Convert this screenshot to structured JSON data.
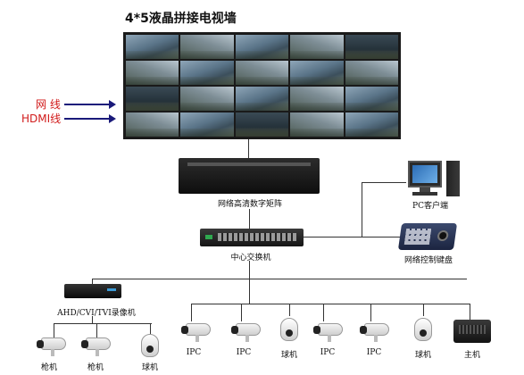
{
  "diagram": {
    "title": "4*5液晶拼接电视墙",
    "legend": [
      {
        "label": "网 线",
        "color": "#1a1a7a"
      },
      {
        "label": "HDMI线",
        "color": "#1a1a7a"
      }
    ],
    "matrix_label": "网络高清数字矩阵",
    "switch_label": "中心交换机",
    "pc_label": "PC客户端",
    "keyboard_label": "网络控制键盘",
    "dvr_label": "AHD/CVI/TVI录像机",
    "left_devices": [
      {
        "label": "枪机",
        "kind": "bullet"
      },
      {
        "label": "枪机",
        "kind": "bullet"
      },
      {
        "label": "球机",
        "kind": "dome"
      }
    ],
    "right_devices": [
      {
        "label": "IPC",
        "kind": "bullet"
      },
      {
        "label": "IPC",
        "kind": "bullet"
      },
      {
        "label": "球机",
        "kind": "dome"
      },
      {
        "label": "IPC",
        "kind": "bullet"
      },
      {
        "label": "IPC",
        "kind": "bullet"
      },
      {
        "label": "球机",
        "kind": "dome"
      },
      {
        "label": "主机",
        "kind": "host"
      }
    ]
  }
}
